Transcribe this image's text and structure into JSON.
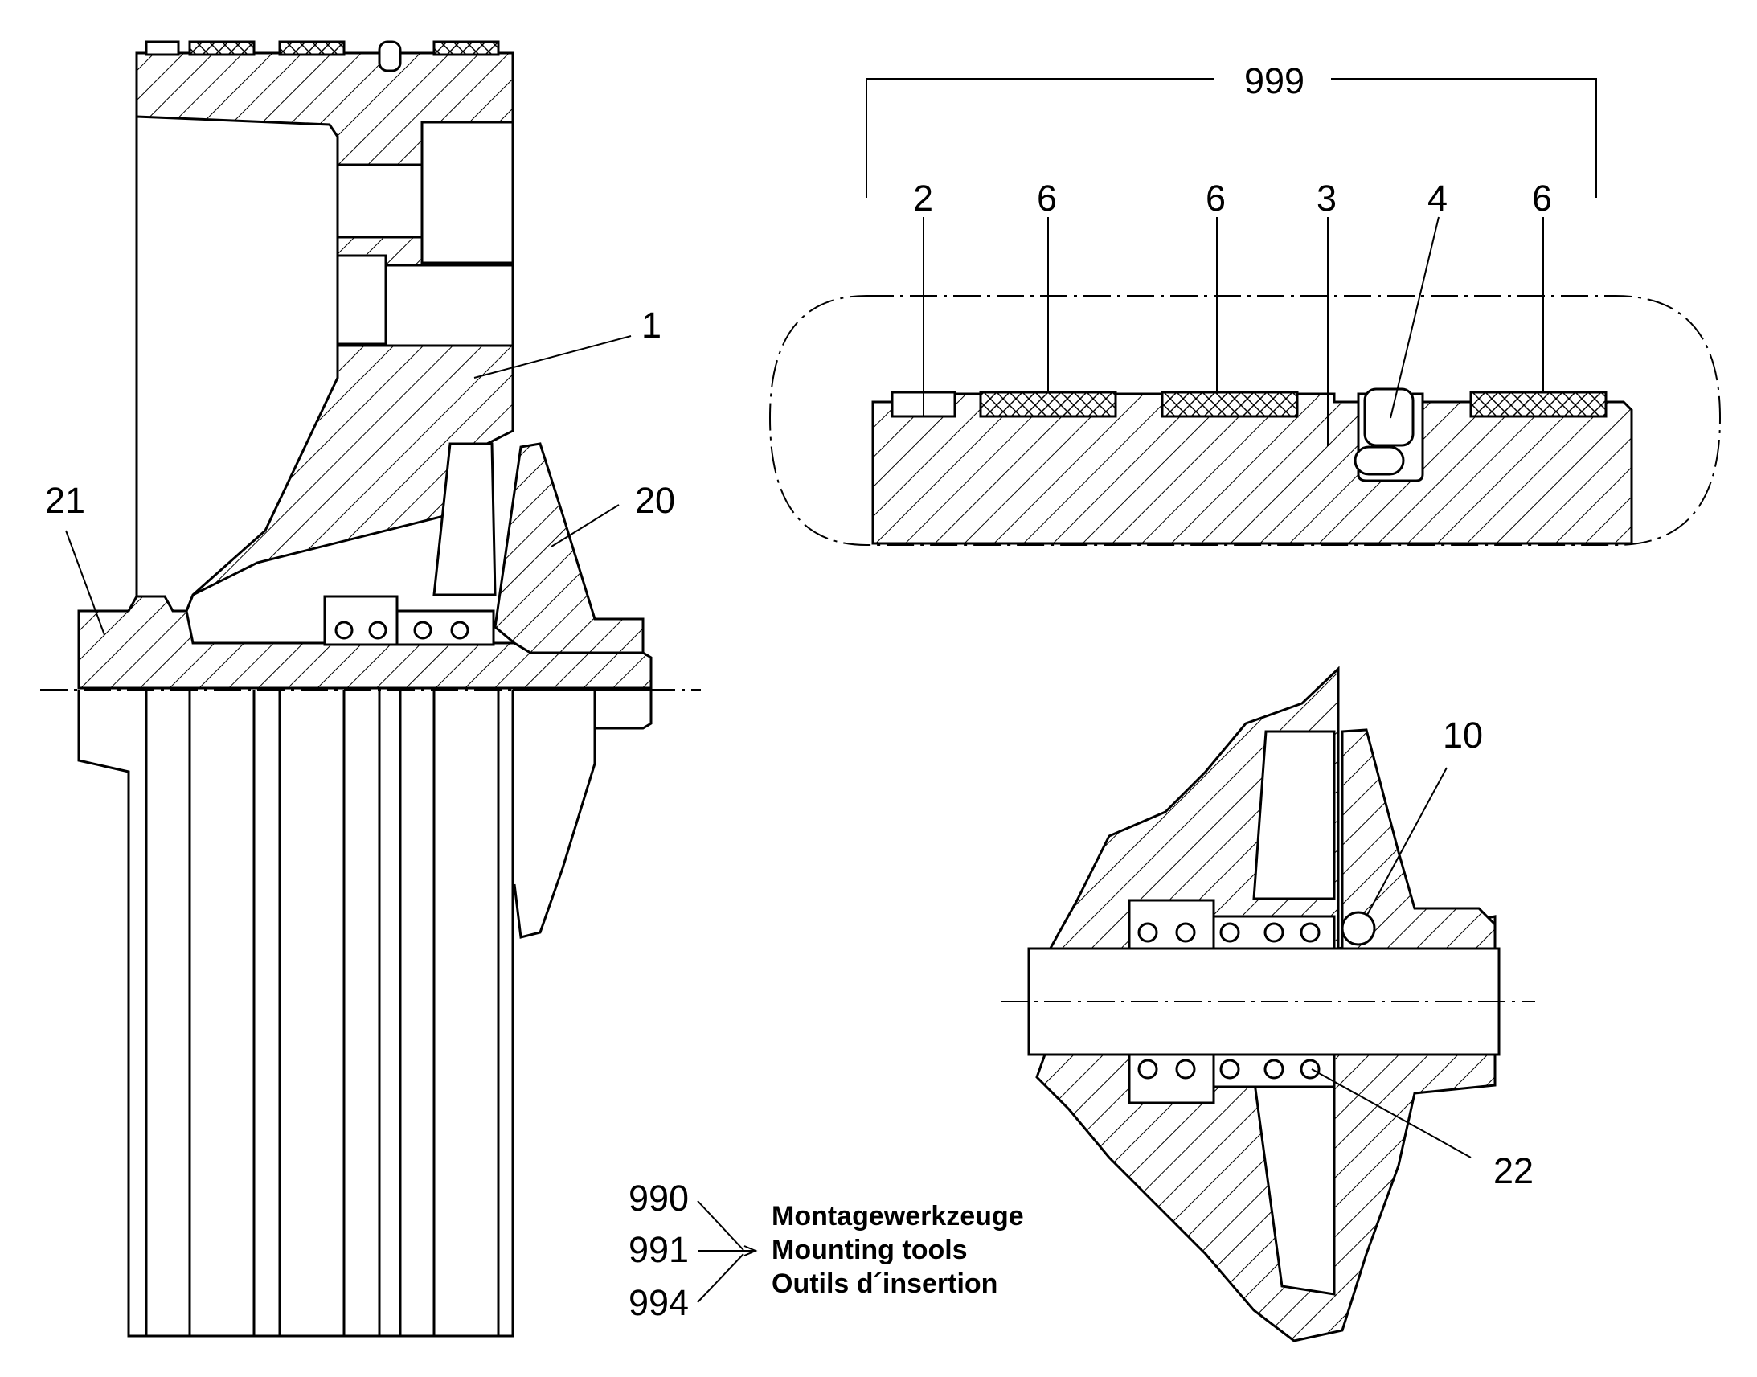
{
  "labels": {
    "part_1": "1",
    "part_20": "20",
    "part_21": "21",
    "part_999": "999",
    "part_2": "2",
    "part_6a": "6",
    "part_6b": "6",
    "part_3": "3",
    "part_4": "4",
    "part_6c": "6",
    "part_10": "10",
    "part_22": "22",
    "tool_990": "990",
    "tool_991": "991",
    "tool_994": "994"
  },
  "tools_legend": {
    "de": "Montagewerkzeuge",
    "en": "Mounting tools",
    "fr": "Outils d´insertion"
  }
}
